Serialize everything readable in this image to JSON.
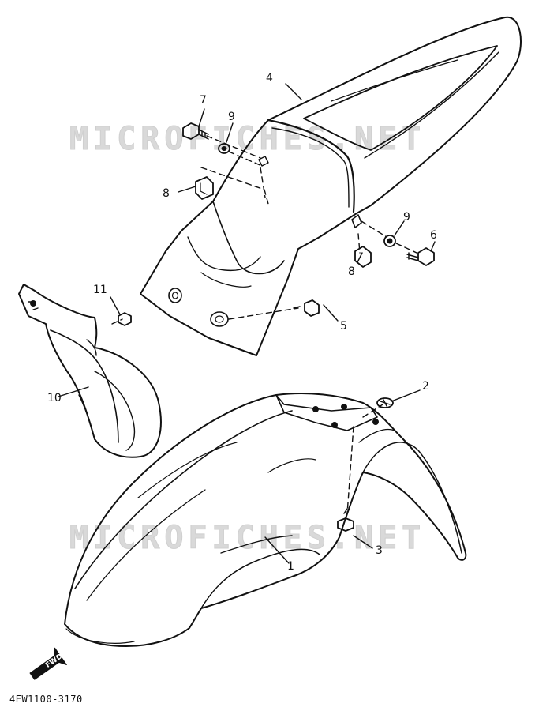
{
  "watermark": "MICROFICHES.NET",
  "diagram_code": "4EW1100-3170",
  "direction_label": "FWD",
  "callouts": {
    "c1": "1",
    "c2": "2",
    "c3": "3",
    "c4": "4",
    "c5": "5",
    "c6": "6",
    "c7": "7",
    "c8a": "8",
    "c8b": "8",
    "c9a": "9",
    "c9b": "9",
    "c10": "10",
    "c11": "11"
  }
}
